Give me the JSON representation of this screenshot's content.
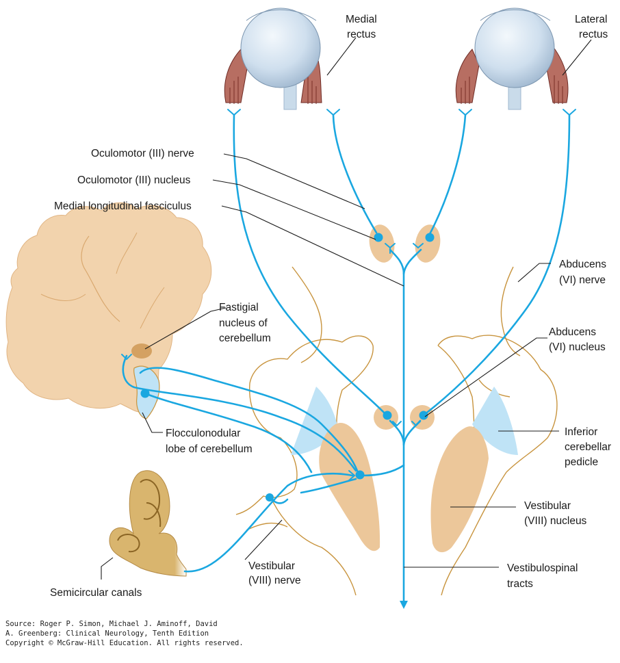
{
  "labels": {
    "medial_rectus": [
      "Medial",
      "rectus"
    ],
    "lateral_rectus": [
      "Lateral",
      "rectus"
    ],
    "oculomotor_nerve": "Oculomotor (III) nerve",
    "oculomotor_nucleus": "Oculomotor (III) nucleus",
    "mlf": "Medial longitudinal fasciculus",
    "abducens_nerve": [
      "Abducens",
      "(VI) nerve"
    ],
    "fastigial": [
      "Fastigial",
      "nucleus of",
      "cerebellum"
    ],
    "abducens_nucleus": [
      "Abducens",
      "(VI) nucleus"
    ],
    "inferior_pedicle": [
      "Inferior",
      "cerebellar",
      "pedicle"
    ],
    "flocculonodular": [
      "Flocculonodular",
      "lobe of cerebellum"
    ],
    "vestibular_nucleus": [
      "Vestibular",
      "(VIII) nucleus"
    ],
    "vestibular_nerve": [
      "Vestibular",
      "(VIII) nerve"
    ],
    "vestibulospinal": [
      "Vestibulospinal",
      "tracts"
    ],
    "semicircular": "Semicircular canals"
  },
  "source": [
    "Source: Roger P. Simon, Michael J. Aminoff, David",
    "A. Greenberg: Clinical Neurology, Tenth Edition",
    "Copyright © McGraw-Hill Education. All rights reserved."
  ],
  "colors": {
    "nerve": "#1aa7e0",
    "nucleus": "#ecc79a",
    "outline": "#c8943e",
    "muscle": "#b76e62",
    "eyeball": "#cfe0ef"
  }
}
